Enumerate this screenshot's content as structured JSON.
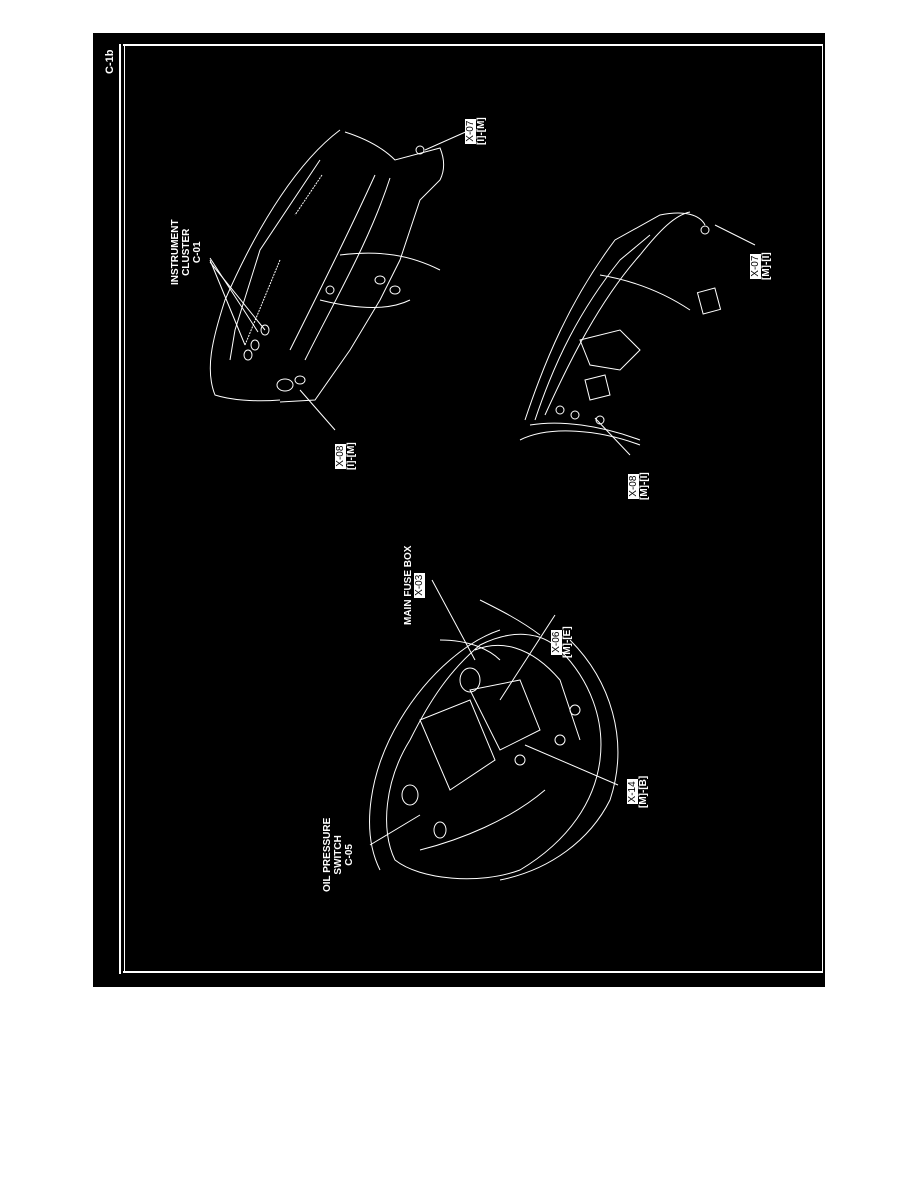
{
  "page": {
    "code": "C-1b",
    "orientation": "rotated-90-ccw"
  },
  "views": [
    {
      "name": "instrument-panel-front",
      "labels": [
        {
          "id": "instrument-cluster",
          "lines": [
            "INSTRUMENT",
            "CLUSTER",
            "C-01"
          ]
        },
        {
          "id": "x07-top",
          "connector": "X-07",
          "route": "[I]-[M]"
        },
        {
          "id": "x08-top",
          "connector": "X-08",
          "route": "[I]-[M]"
        }
      ]
    },
    {
      "name": "instrument-panel-rear",
      "labels": [
        {
          "id": "x07-bottom",
          "connector": "X-07",
          "route": "[M]-[I]"
        },
        {
          "id": "x08-bottom",
          "connector": "X-08",
          "route": "[M]-[I]"
        }
      ]
    },
    {
      "name": "engine-compartment",
      "labels": [
        {
          "id": "main-fuse-box",
          "lines": [
            "MAIN FUSE BOX"
          ],
          "connector": "X-03"
        },
        {
          "id": "x06",
          "connector": "X-06",
          "route": "[M]-[E]"
        },
        {
          "id": "x14",
          "connector": "X-14",
          "route": "[M]-[B]"
        },
        {
          "id": "oil-pressure-switch",
          "lines": [
            "OIL PRESSURE",
            "SWITCH",
            "C-05"
          ]
        }
      ]
    }
  ],
  "colors": {
    "background": "#000000",
    "lines": "#ffffff",
    "page": "#ffffff"
  }
}
